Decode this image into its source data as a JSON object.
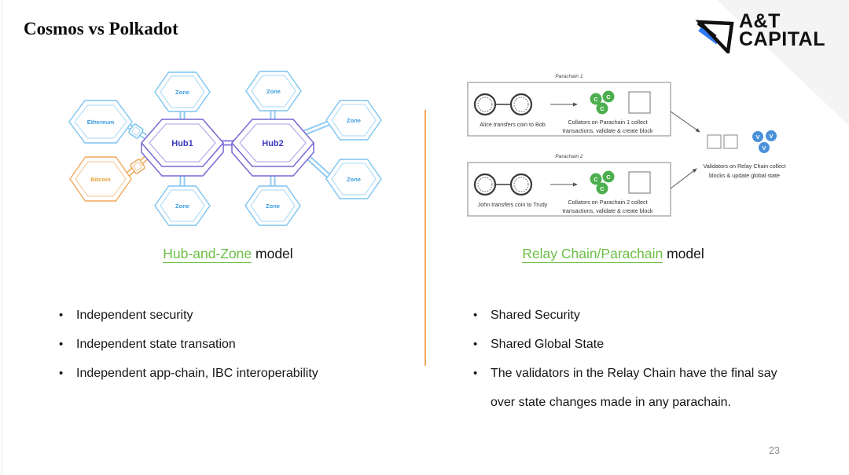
{
  "slide": {
    "title": "Cosmos vs Polkadot",
    "page_number": "23"
  },
  "logo": {
    "line1": "A&T",
    "line2": "CAPITAL"
  },
  "cosmos": {
    "heading": {
      "link": "Hub-and-Zone",
      "rest": " model"
    },
    "diagram": {
      "hub1": "Hub1",
      "hub2": "Hub2",
      "zone": "Zone",
      "ethereum": "Ethereum",
      "bitcoin": "Bitcoin"
    },
    "bullets": [
      "Independent security",
      "Independent state transation",
      "Independent app-chain, IBC interoperability"
    ]
  },
  "polkadot": {
    "heading": {
      "link": "Relay Chain/Parachain",
      "rest": " model"
    },
    "diagram": {
      "collator_letter": "C",
      "validator_letter": "V",
      "parachain1": {
        "label": "Parachain 1",
        "transfer": "Alice transfers coin to Bob",
        "collators_line1": "Collators on Parachain 1 collect",
        "collators_line2": "transactions, validate & create block"
      },
      "parachain2": {
        "label": "Parachain 2",
        "transfer": "John transfers coin to Trudy",
        "collators_line1": "Collators on Parachain 2 collect",
        "collators_line2": "transactions, validate & create block"
      },
      "validators": {
        "line1": "Validators on Relay Chain collect",
        "line2": "blocks & update global state"
      }
    },
    "bullets": [
      "Shared Security",
      "Shared Global State",
      "The validators in the Relay Chain have the final say over state changes made in any parachain."
    ]
  },
  "colors": {
    "heading_green": "#6cbe45",
    "divider_orange": "#f5a85c",
    "zone_blue": "#7cc4f0",
    "hub_purple": "#7668d4",
    "bitcoin_orange": "#edaa5e",
    "collator_green": "#4cae4f",
    "validator_blue": "#4a90d9",
    "logo_blue": "#2f7af5"
  }
}
